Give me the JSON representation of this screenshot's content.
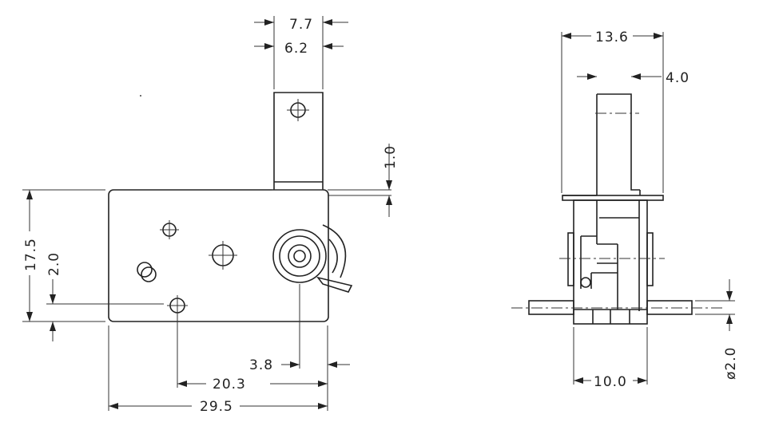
{
  "front_view": {
    "dims": {
      "tab_outer": "7.7",
      "tab_inner": "6.2",
      "tab_step": "1.0",
      "height": "17.5",
      "hole_offset_v": "2.0",
      "shaft_offset": "3.8",
      "hole_offset_h": "20.3",
      "width": "29.5"
    }
  },
  "side_view": {
    "dims": {
      "overall": "13.6",
      "tab_width": "4.0",
      "base": "10.0",
      "shaft_dia": "ø2.0"
    }
  }
}
